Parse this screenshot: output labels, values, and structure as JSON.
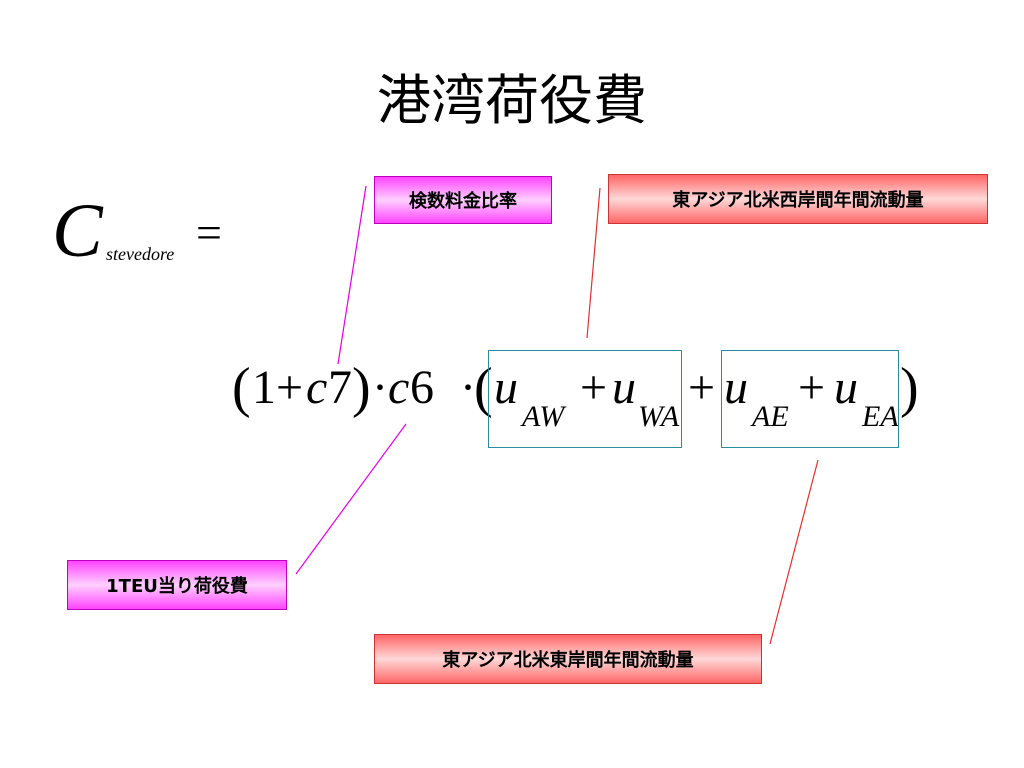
{
  "slide": {
    "title": "港湾荷役費"
  },
  "formula": {
    "lhs_symbol": "C",
    "lhs_subscript": "stevedore",
    "equals": "=",
    "open_paren": "(",
    "one": "1",
    "plus": "+",
    "c7_var": "c",
    "c7_num": "7",
    "close_paren": ")",
    "dot": "·",
    "c6_var": "c",
    "c6_num": "6",
    "dot2": "·",
    "open_paren2": "(",
    "u": "u",
    "sub_aw": "AW",
    "sub_wa": "WA",
    "sub_ae": "AE",
    "sub_ea": "EA",
    "close_paren2": ")"
  },
  "labels": {
    "inspection_fee_ratio": "検数料金比率",
    "west_coast_flow": "東アジア北米西岸間年間流動量",
    "per_teu_cost": "1TEU当り荷役費",
    "east_coast_flow": "東アジア北米東岸間年間流動量"
  },
  "colors": {
    "magenta_label": "#ff44ff",
    "red_label": "#ff6666",
    "magenta_line": "#e000e0",
    "red_line": "#e03030",
    "frame": "#2a8ca0"
  }
}
